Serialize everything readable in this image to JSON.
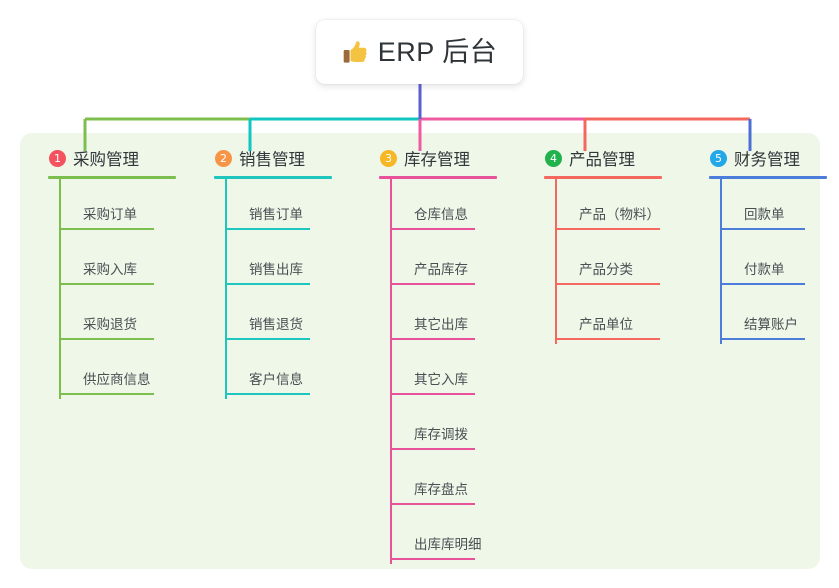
{
  "root": {
    "title": "ERP 后台",
    "icon": "thumbs-up-icon"
  },
  "palette": {
    "panel_bg": "#eef7e8",
    "page_bg": "#ffffff",
    "root_stem": "#5b5fd4",
    "trunk": "#5b5fd4"
  },
  "columns": [
    {
      "number": "1",
      "title": "采购管理",
      "line_color": "#7dbf4e",
      "badge_color": "#f4525f",
      "connector_color": "#7dbf4e",
      "items": [
        {
          "label": "采购订单"
        },
        {
          "label": "采购入库"
        },
        {
          "label": "采购退货"
        },
        {
          "label": "供应商信息"
        }
      ]
    },
    {
      "number": "2",
      "title": "销售管理",
      "line_color": "#1fc6bd",
      "badge_color": "#f79446",
      "connector_color": "#0fc6c2",
      "items": [
        {
          "label": "销售订单"
        },
        {
          "label": "销售出库"
        },
        {
          "label": "销售退货"
        },
        {
          "label": "客户信息"
        }
      ]
    },
    {
      "number": "3",
      "title": "库存管理",
      "line_color": "#e8529a",
      "badge_color": "#f6b724",
      "connector_color": "#ef5ba1",
      "items": [
        {
          "label": "仓库信息"
        },
        {
          "label": "产品库存"
        },
        {
          "label": "其它出库"
        },
        {
          "label": "其它入库"
        },
        {
          "label": "库存调拨"
        },
        {
          "label": "库存盘点"
        },
        {
          "label": "出库库明细"
        }
      ]
    },
    {
      "number": "4",
      "title": "产品管理",
      "line_color": "#f4685f",
      "badge_color": "#22b24c",
      "connector_color": "#f4685f",
      "items": [
        {
          "label": "产品（物料）"
        },
        {
          "label": "产品分类"
        },
        {
          "label": "产品单位"
        }
      ]
    },
    {
      "number": "5",
      "title": "财务管理",
      "line_color": "#4d7ddb",
      "badge_color": "#22a7e8",
      "connector_color": "#4d6fd4",
      "items": [
        {
          "label": "回款单"
        },
        {
          "label": "付款单"
        },
        {
          "label": "结算账户"
        }
      ]
    }
  ]
}
